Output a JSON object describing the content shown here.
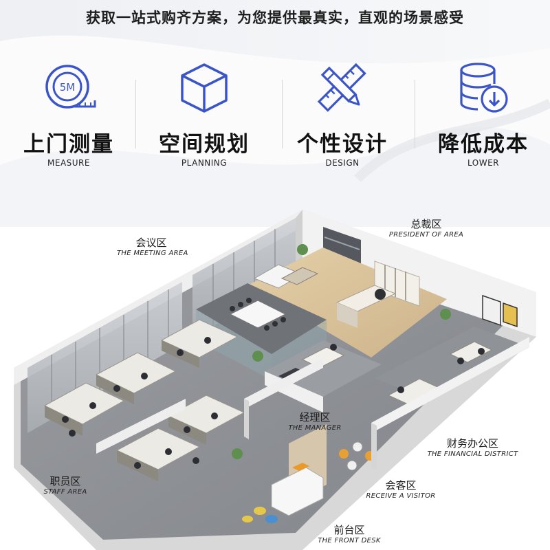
{
  "headline": "获取一站式购齐方案，为您提供最真实，直观的场景感受",
  "colors": {
    "accent": "#3b55c8",
    "floor": "#8d8f93",
    "wood": "#d9c29a",
    "wall": "#e9e9e9"
  },
  "features": [
    {
      "zh": "上门测量",
      "en": "MEASURE",
      "icon": "tape-measure-icon",
      "icon_text": "5M"
    },
    {
      "zh": "空间规划",
      "en": "PLANNING",
      "icon": "cube-icon"
    },
    {
      "zh": "个性设计",
      "en": "DESIGN",
      "icon": "pencil-ruler-icon"
    },
    {
      "zh": "降低成本",
      "en": "LOWER",
      "icon": "database-download-icon"
    }
  ],
  "zones": {
    "meeting": {
      "zh": "会议区",
      "en": "THE MEETING AREA"
    },
    "president": {
      "zh": "总裁区",
      "en": "PRESIDENT OF AREA"
    },
    "manager": {
      "zh": "经理区",
      "en": "THE MANAGER"
    },
    "financial": {
      "zh": "财务办公区",
      "en": "THE FINANCIAL DISTRICT"
    },
    "staff": {
      "zh": "职员区",
      "en": "STAFF AREA"
    },
    "visitor": {
      "zh": "会客区",
      "en": "RECEIVE A VISITOR"
    },
    "front": {
      "zh": "前台区",
      "en": "THE FRONT DESK"
    }
  }
}
